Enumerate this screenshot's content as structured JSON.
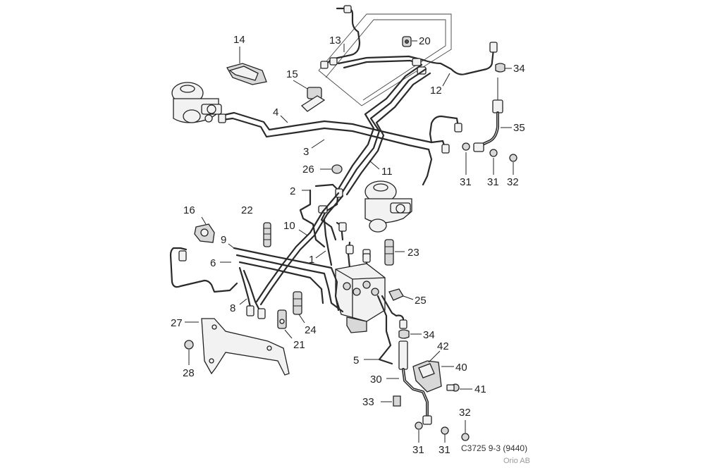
{
  "diagram": {
    "caption": "C3725 9-3 (9440)",
    "brand": "Orio AB",
    "callouts": [
      "14",
      "13",
      "20",
      "34",
      "15",
      "12",
      "4",
      "35",
      "3",
      "26",
      "11",
      "31",
      "31",
      "32",
      "2",
      "16",
      "22",
      "10",
      "9",
      "23",
      "6",
      "1",
      "25",
      "8",
      "24",
      "27",
      "21",
      "34",
      "42",
      "28",
      "5",
      "40",
      "30",
      "41",
      "33",
      "32",
      "31",
      "31"
    ]
  }
}
